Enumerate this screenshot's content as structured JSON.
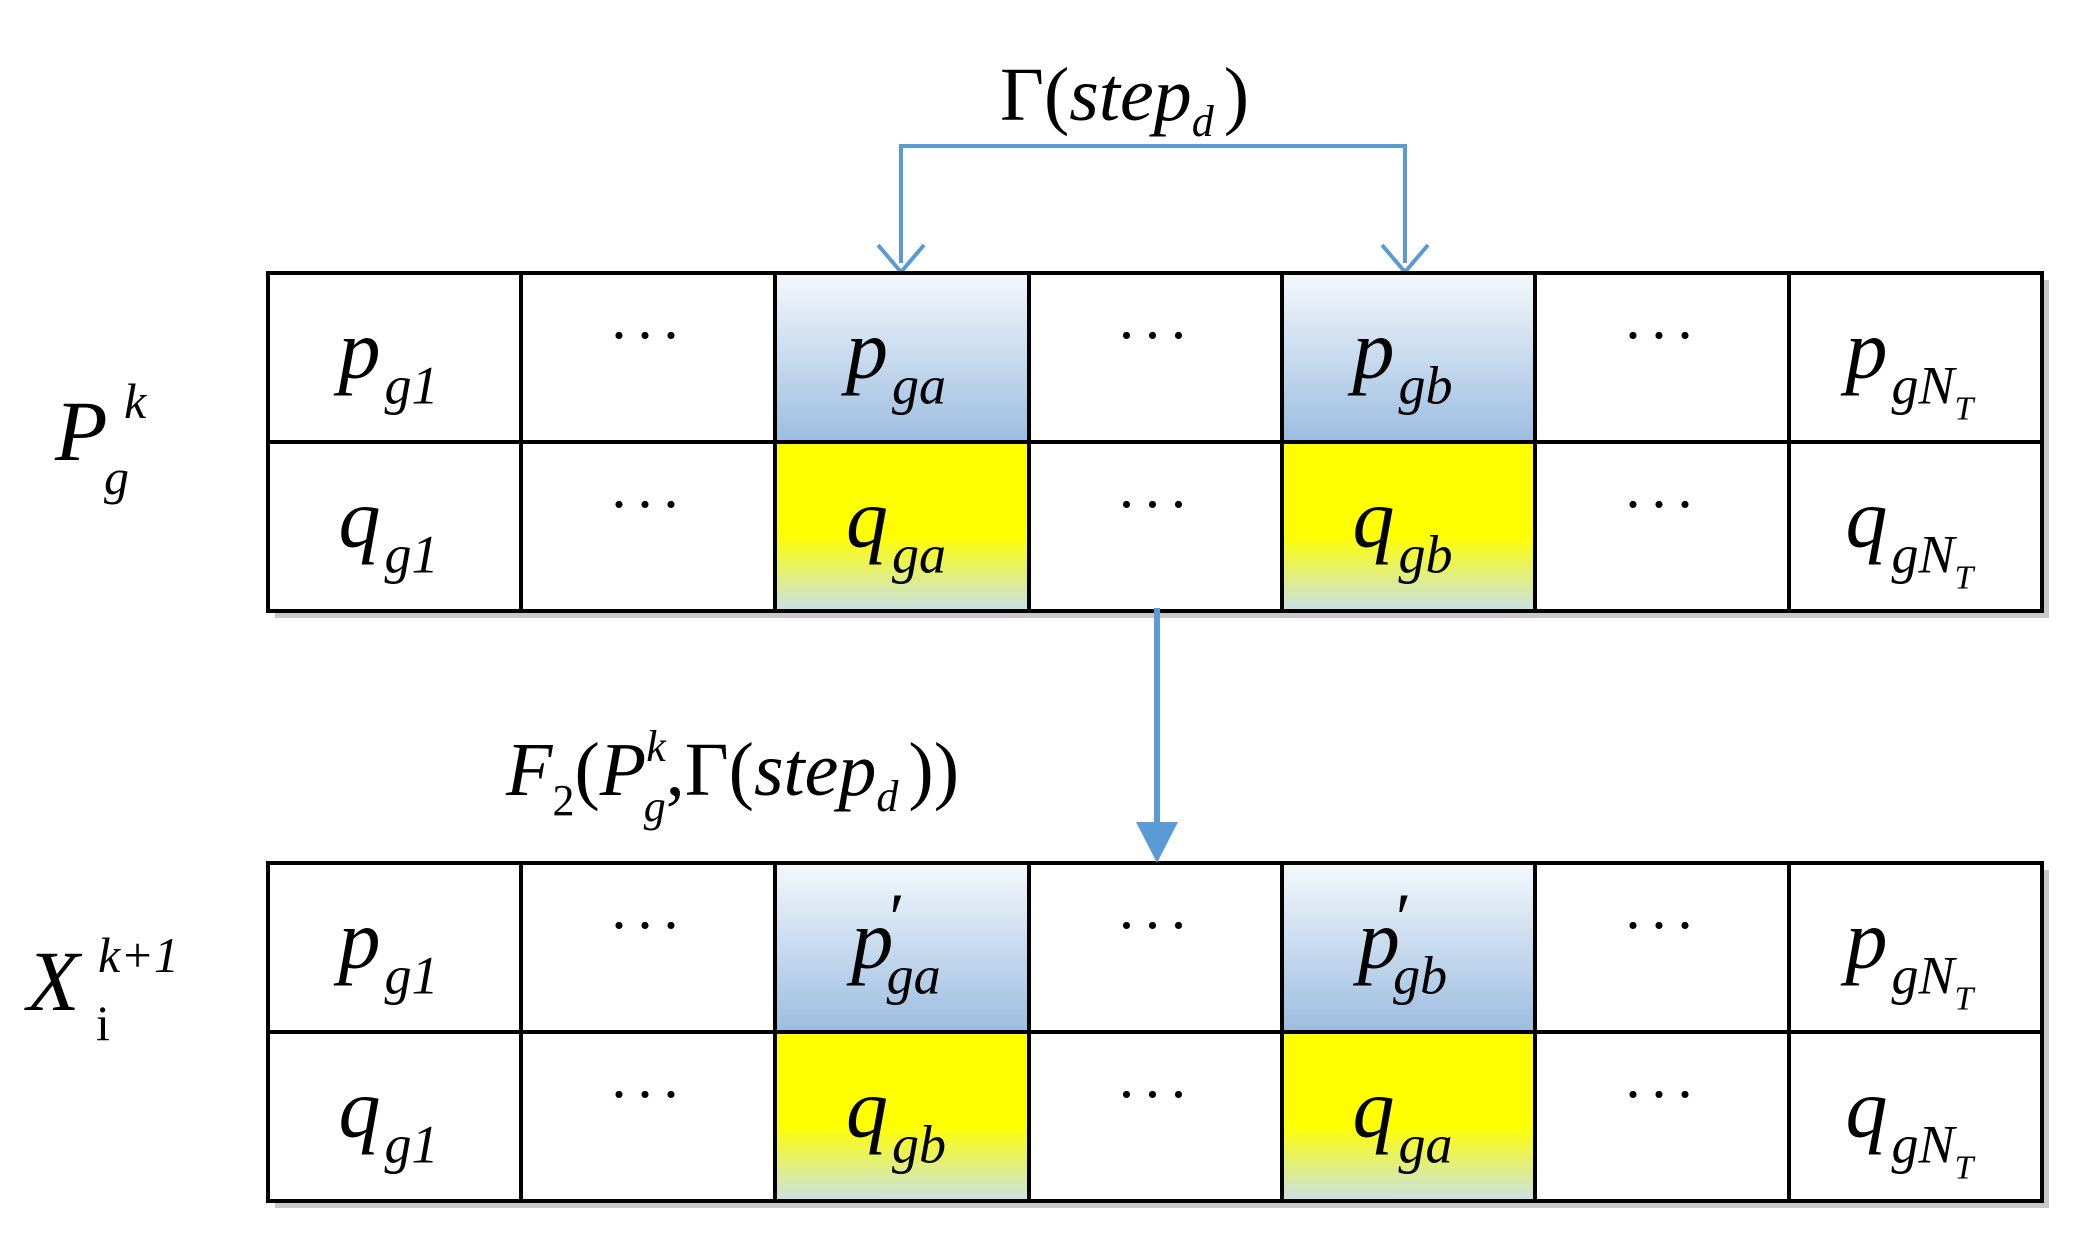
{
  "step_label": {
    "gamma": "Γ",
    "open": "(",
    "var": "step",
    "sub": "d",
    "close": ")"
  },
  "transform_label": {
    "F": "F",
    "F_sub": "2",
    "open": "(",
    "P": "P",
    "P_sup": "k",
    "P_sub": "g",
    "comma": ",",
    "gamma": "Γ",
    "open2": "(",
    "var": "step",
    "sub": "d",
    "close": "))"
  },
  "row_label_top": {
    "base": "P",
    "sup": "k",
    "sub": "g"
  },
  "row_label_bottom": {
    "base": "X",
    "sup": "k+1",
    "sub": "i"
  },
  "ellipsis": "···",
  "prime": "′",
  "top_table": {
    "p_row": [
      {
        "base": "p",
        "sub": "g1"
      },
      {
        "ellipsis": true
      },
      {
        "base": "p",
        "sub": "ga",
        "highlight": "blue"
      },
      {
        "ellipsis": true
      },
      {
        "base": "p",
        "sub": "gb",
        "highlight": "blue"
      },
      {
        "ellipsis": true
      },
      {
        "base": "p",
        "sub": "gN",
        "subsub": "T"
      }
    ],
    "q_row": [
      {
        "base": "q",
        "sub": "g1"
      },
      {
        "ellipsis": true
      },
      {
        "base": "q",
        "sub": "ga",
        "highlight": "yellow"
      },
      {
        "ellipsis": true
      },
      {
        "base": "q",
        "sub": "gb",
        "highlight": "yellow"
      },
      {
        "ellipsis": true
      },
      {
        "base": "q",
        "sub": "gN",
        "subsub": "T"
      }
    ]
  },
  "bottom_table": {
    "p_row": [
      {
        "base": "p",
        "sub": "g1"
      },
      {
        "ellipsis": true
      },
      {
        "base": "p",
        "prime": true,
        "sub": "ga",
        "highlight": "blue"
      },
      {
        "ellipsis": true
      },
      {
        "base": "p",
        "prime": true,
        "sub": "gb",
        "highlight": "blue"
      },
      {
        "ellipsis": true
      },
      {
        "base": "p",
        "sub": "gN",
        "subsub": "T"
      }
    ],
    "q_row": [
      {
        "base": "q",
        "sub": "g1"
      },
      {
        "ellipsis": true
      },
      {
        "base": "q",
        "sub": "gb",
        "highlight": "yellow"
      },
      {
        "ellipsis": true
      },
      {
        "base": "q",
        "sub": "ga",
        "highlight": "yellow"
      },
      {
        "ellipsis": true
      },
      {
        "base": "q",
        "sub": "gN",
        "subsub": "T"
      }
    ]
  },
  "colors": {
    "arrow": "#5b9bd5",
    "border": "#000000",
    "blue_top": "#f4f8fc",
    "blue_bottom": "#9cbde0",
    "yellow_top": "#ffff00",
    "yellow_mid": "#ffff00",
    "yellow_bottom": "#c9e0ea",
    "shadow": "#c8c8c8"
  }
}
